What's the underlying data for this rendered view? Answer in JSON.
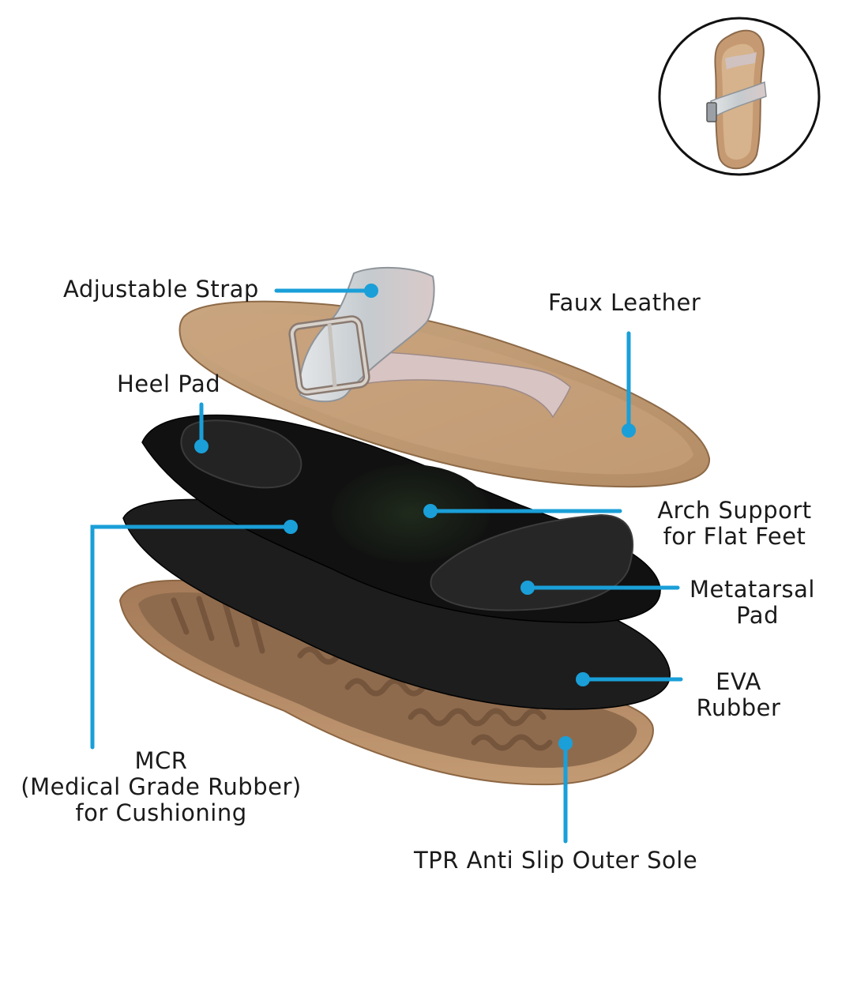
{
  "colors": {
    "callout": "#1a9fd8",
    "leather": "#bf9a74",
    "foam": "#151515",
    "rubber_sole": "#b98d66",
    "strap": "#cfd4d8"
  },
  "thumbnail": {
    "icon": "sandal-top-view-icon"
  },
  "labels": {
    "adjustable_strap": "Adjustable Strap",
    "faux_leather": "Faux Leather",
    "heel_pad": "Heel Pad",
    "arch_support": [
      "Arch Support",
      "for Flat Feet"
    ],
    "metatarsal_pad": [
      "Metatarsal",
      "Pad"
    ],
    "eva_rubber": [
      "EVA",
      "Rubber"
    ],
    "mcr": [
      "MCR",
      "(Medical Grade Rubber)",
      "for Cushioning"
    ],
    "tpr_sole": "TPR Anti Slip Outer Sole"
  }
}
